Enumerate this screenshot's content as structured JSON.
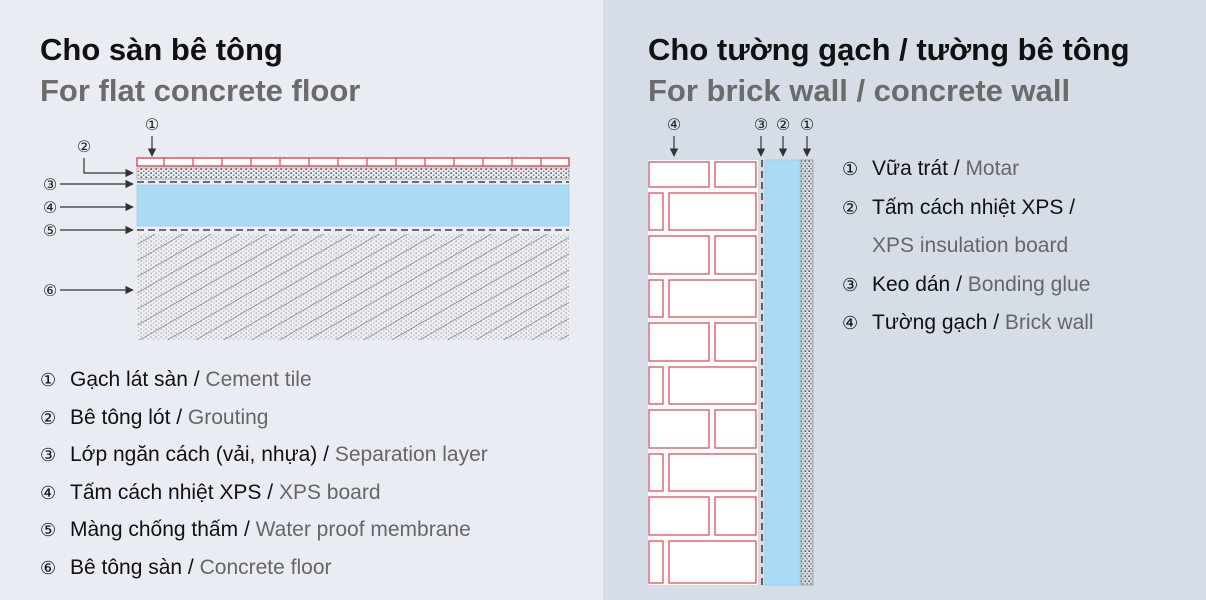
{
  "left": {
    "title": "Cho sàn bê tông",
    "subtitle": "For flat concrete floor",
    "markers": [
      "①",
      "②",
      "③",
      "④",
      "⑤",
      "⑥"
    ],
    "legend": [
      {
        "num": "①",
        "vi": "Gạch lát sàn",
        "sep": " / ",
        "en": "Cement tile"
      },
      {
        "num": "②",
        "vi": "Bê tông lót",
        "sep": " / ",
        "en": "Grouting"
      },
      {
        "num": "③",
        "vi": "Lớp ngăn cách (vải, nhựa)",
        "sep": " / ",
        "en": "Separation layer"
      },
      {
        "num": "④",
        "vi": "Tấm cách nhiệt XPS",
        "sep": " / ",
        "en": "XPS board"
      },
      {
        "num": "⑤",
        "vi": "Màng chống thấm",
        "sep": " / ",
        "en": "Water proof membrane"
      },
      {
        "num": "⑥",
        "vi": "Bê tông sàn",
        "sep": " / ",
        "en": "Concrete floor"
      }
    ]
  },
  "right": {
    "title": "Cho tường gạch / tường bê tông",
    "subtitle": "For brick wall / concrete wall",
    "markers": [
      "①",
      "②",
      "③",
      "④"
    ],
    "legend": [
      {
        "num": "①",
        "vi": "Vữa trát",
        "sep": " / ",
        "en": "Motar"
      },
      {
        "num": "②",
        "vi": "Tấm cách nhiệt XPS",
        "sep": " /",
        "en": ""
      },
      {
        "num": "",
        "vi": "",
        "sep": "",
        "en": "XPS insulation board"
      },
      {
        "num": "③",
        "vi": "Keo dán",
        "sep": " / ",
        "en": "Bonding glue"
      },
      {
        "num": "④",
        "vi": "Tường gạch",
        "sep": " / ",
        "en": "Brick wall"
      }
    ]
  },
  "colors": {
    "tile_red": "#e0505a",
    "xps_blue": "#a9dcf4",
    "left_bg": "#e9ecf2",
    "right_bg": "#d6dde7",
    "subtitle_gray": "#6b6b6b"
  }
}
